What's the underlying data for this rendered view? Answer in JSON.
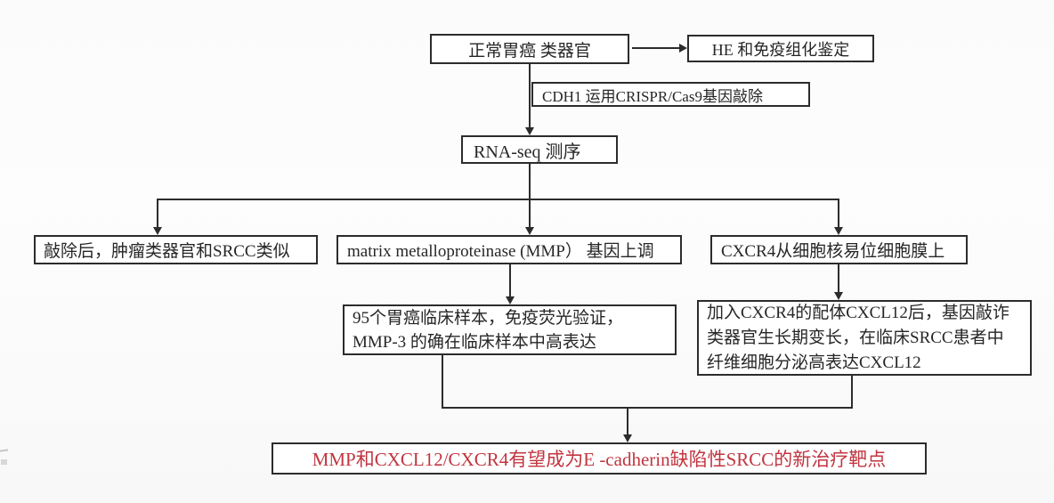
{
  "flowchart": {
    "colors": {
      "background": "#fbfbfb",
      "box_border": "#2c2c2c",
      "line": "#2c2c2c",
      "text": "#262626",
      "conclusion_text": "#c13540"
    },
    "nodes": {
      "top": {
        "label": "正常胃癌 类器官"
      },
      "he": {
        "label": "HE 和免疫组化鉴定"
      },
      "cdh1": {
        "label": "CDH1  运用CRISPR/Cas9基因敲除"
      },
      "rnaseq": {
        "label": "RNA-seq 测序"
      },
      "knockout": {
        "label": "敲除后，肿瘤类器官和SRCC类似"
      },
      "mmp": {
        "label": "matrix metalloproteinase (MMP） 基因上调"
      },
      "cxcr4": {
        "label": "CXCR4从细胞核易位细胞膜上"
      },
      "mmp_validation": {
        "line1": "95个胃癌临床样本，免疫荧光验证，",
        "line2": "MMP-3 的确在临床样本中高表达"
      },
      "cxcl12": {
        "line1": "加入CXCR4的配体CXCL12后，基因敲诈",
        "line2": "类器官生长期变长，在临床SRCC患者中",
        "line3": "纤维细胞分泌高表达CXCL12"
      },
      "conclusion": {
        "label": "MMP和CXCL12/CXCR4有望成为E -cadherin缺陷性SRCC的新治疗靶点"
      }
    }
  }
}
